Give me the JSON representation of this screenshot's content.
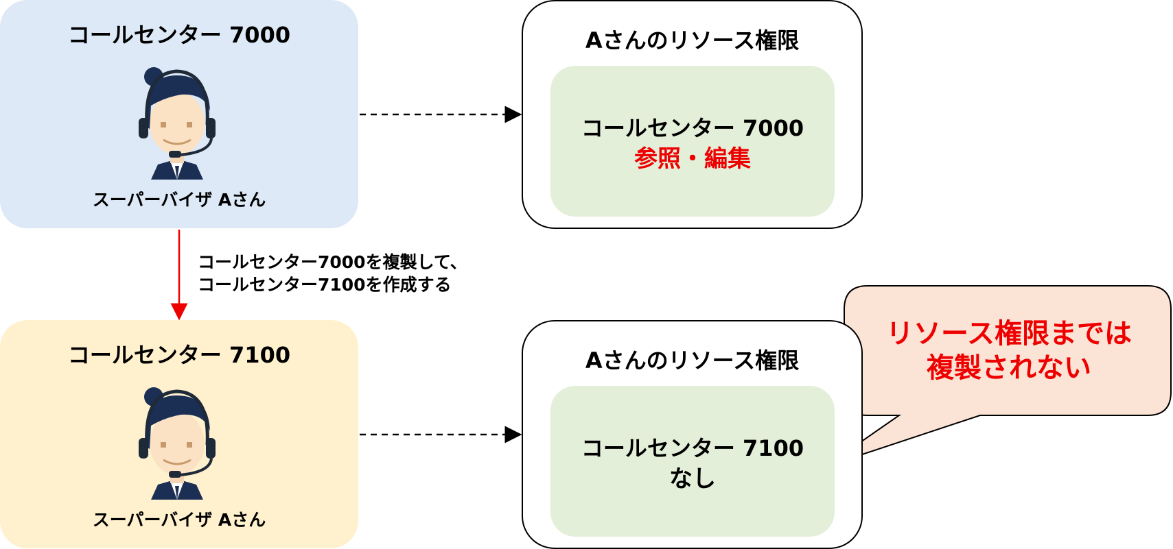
{
  "call_centers": [
    {
      "title": "コールセンター 7000",
      "supervisor": "スーパーバイザ Aさん"
    },
    {
      "title": "コールセンター 7100",
      "supervisor": "スーパーバイザ Aさん"
    }
  ],
  "resource_panels": [
    {
      "title": "Aさんのリソース権限",
      "center": "コールセンター 7000",
      "permission": "参照・編集"
    },
    {
      "title": "Aさんのリソース権限",
      "center": "コールセンター 7100",
      "permission": "なし"
    }
  ],
  "copy_note": {
    "line1": "コールセンター7000を複製して、",
    "line2": "コールセンター7100を作成する"
  },
  "callout": {
    "line1": "リソース権限までは",
    "line2": "複製されない"
  },
  "colors": {
    "cc1_bg": "#dde9f6",
    "cc2_bg": "#fff1cd",
    "inner_bg": "#e3efd9",
    "callout_bg": "#fbe4d6",
    "accent_red": "#ee0000",
    "hair_navy": "#1b2f55"
  },
  "icons": [
    "operator-headset-avatar"
  ]
}
